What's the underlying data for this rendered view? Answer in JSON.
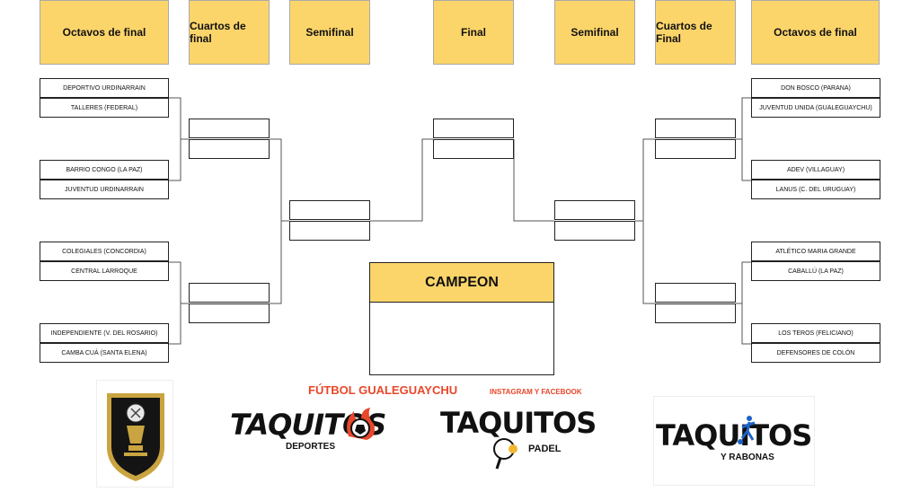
{
  "headers": {
    "left_r16": "Octavos de final",
    "left_qf": "Cuartos de final",
    "left_sf": "Semifinal",
    "final": "Final",
    "right_sf": "Semifinal",
    "right_qf": "Cuartos de Final",
    "right_r16": "Octavos de final"
  },
  "left_teams": [
    "DEPORTIVO URDINARRAIN",
    "TALLERES (FEDERAL)",
    "BARRIO CONGO (LA PAZ)",
    "JUVENTUD URDINARRAIN",
    "COLEGIALES (CONCORDIA)",
    "CENTRAL LARROQUE",
    "INDEPENDIENTE (V. DEL ROSARIO)",
    "CAMBA CUÁ (SANTA ELENA)"
  ],
  "right_teams": [
    "DON BOSCO (PARANA)",
    "JUVENTUD UNIDA (GUALEGUAYCHU)",
    "ADEV (VILLAGUAY)",
    "LANUS (C. DEL URUGUAY)",
    "ATLÉTICO MARIA GRANDE",
    "CABALLÚ (LA PAZ)",
    "LOS TEROS (FELICIANO)",
    "DEFENSORES DE COLÓN"
  ],
  "champion_label": "CAMPEON",
  "sponsors": {
    "futbol_title": "FÚTBOL GUALEGUAYCHU",
    "social": "INSTAGRAM Y FACEBOOK",
    "logo1_main": "TAQUITOS",
    "logo1_sub": "DEPORTES",
    "logo2_main": "TAQUITOS",
    "logo2_sub": "PADEL",
    "logo3_main": "TAQUITOS",
    "logo3_sub": "Y RABONAS"
  },
  "colors": {
    "header_fill": "#fcd56a",
    "accent_red": "#e8472b"
  }
}
